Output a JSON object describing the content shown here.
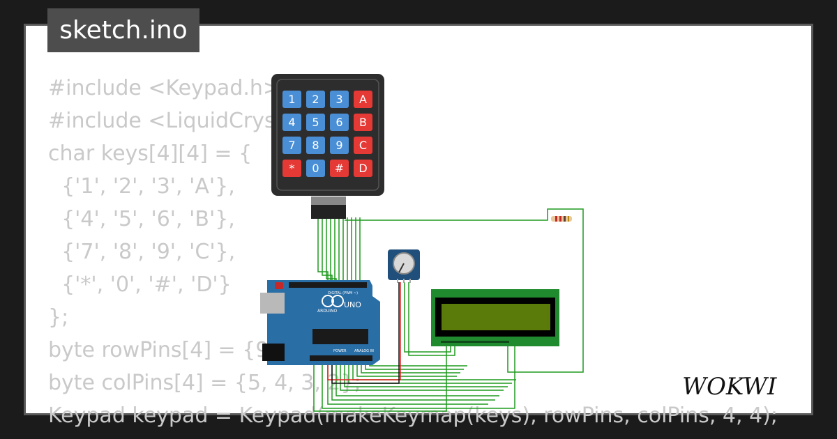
{
  "app": {
    "file_name": "sketch.ino",
    "brand": "WOKWI"
  },
  "code_lines": [
    "#include <Keypad.h>",
    "#include <LiquidCrystal.h>",
    "char keys[4][4] = {",
    "  {'1', '2', '3', 'A'},",
    "  {'4', '5', '6', 'B'},",
    "  {'7', '8', '9', 'C'},",
    "  {'*', '0', '#', 'D'}",
    "};",
    "byte rowPins[4] = {9, 8, 7, 6};",
    "byte colPins[4] = {5, 4, 3, 2};",
    "Keypad keypad = Keypad(makeKeymap(keys), rowPins, colPins, 4, 4);"
  ],
  "keypad": {
    "keys": [
      [
        "1",
        "2",
        "3",
        "A"
      ],
      [
        "4",
        "5",
        "6",
        "B"
      ],
      [
        "7",
        "8",
        "9",
        "C"
      ],
      [
        "*",
        "0",
        "#",
        "D"
      ]
    ],
    "colors": {
      "number_key": "#4a8fd6",
      "special_key": "#e53935",
      "body": "#2d2d2d"
    }
  },
  "arduino": {
    "model_label": "UNO",
    "brand_label": "ARDUINO",
    "digital_label": "DIGITAL (PWM ~)",
    "analog_label": "ANALOG IN",
    "power_label": "POWER",
    "board_color": "#2a6ea6"
  },
  "lcd": {
    "screen_color": "#5a7a0a",
    "board_color": "#1f8a2e"
  },
  "colors": {
    "wire_green": "#1f9a1f",
    "wire_red": "#e02020",
    "wire_black": "#111111",
    "code_text": "#c9c9c9"
  }
}
